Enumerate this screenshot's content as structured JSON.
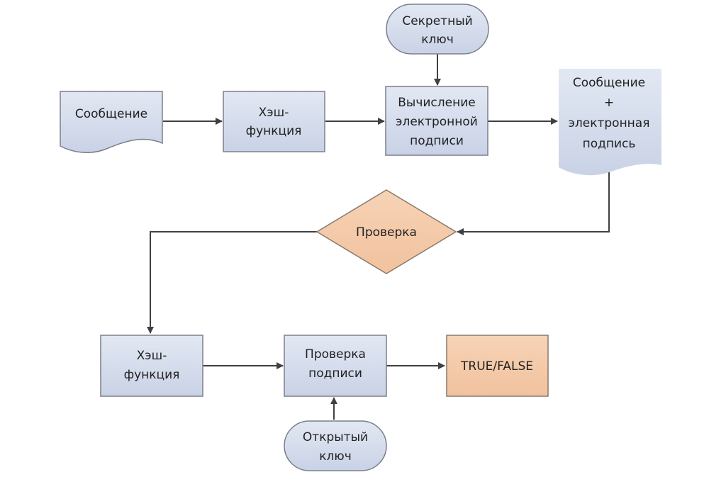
{
  "diagram": {
    "colors": {
      "blue_fill": "#d4dcec",
      "blue_stroke": "#7a7f8a",
      "orange_fill": "#f5ccab",
      "orange_stroke": "#8a7a6c",
      "line": "#404040"
    },
    "nodes": {
      "message": {
        "lines": [
          "Сообщение"
        ]
      },
      "hash1": {
        "lines": [
          "Хэш-",
          "функция"
        ]
      },
      "secret_key": {
        "lines": [
          "Секретный",
          "ключ"
        ]
      },
      "compute_sig": {
        "lines": [
          "Вычисление",
          "электронной",
          "подписи"
        ]
      },
      "msg_sig": {
        "lines": [
          "Сообщение",
          "+",
          "электронная",
          "подпись"
        ]
      },
      "check": {
        "lines": [
          "Проверка"
        ]
      },
      "hash2": {
        "lines": [
          "Хэш-",
          "функция"
        ]
      },
      "verify_sig": {
        "lines": [
          "Проверка",
          "подписи"
        ]
      },
      "result": {
        "lines": [
          "TRUE/FALSE"
        ]
      },
      "public_key": {
        "lines": [
          "Открытый",
          "ключ"
        ]
      }
    }
  }
}
